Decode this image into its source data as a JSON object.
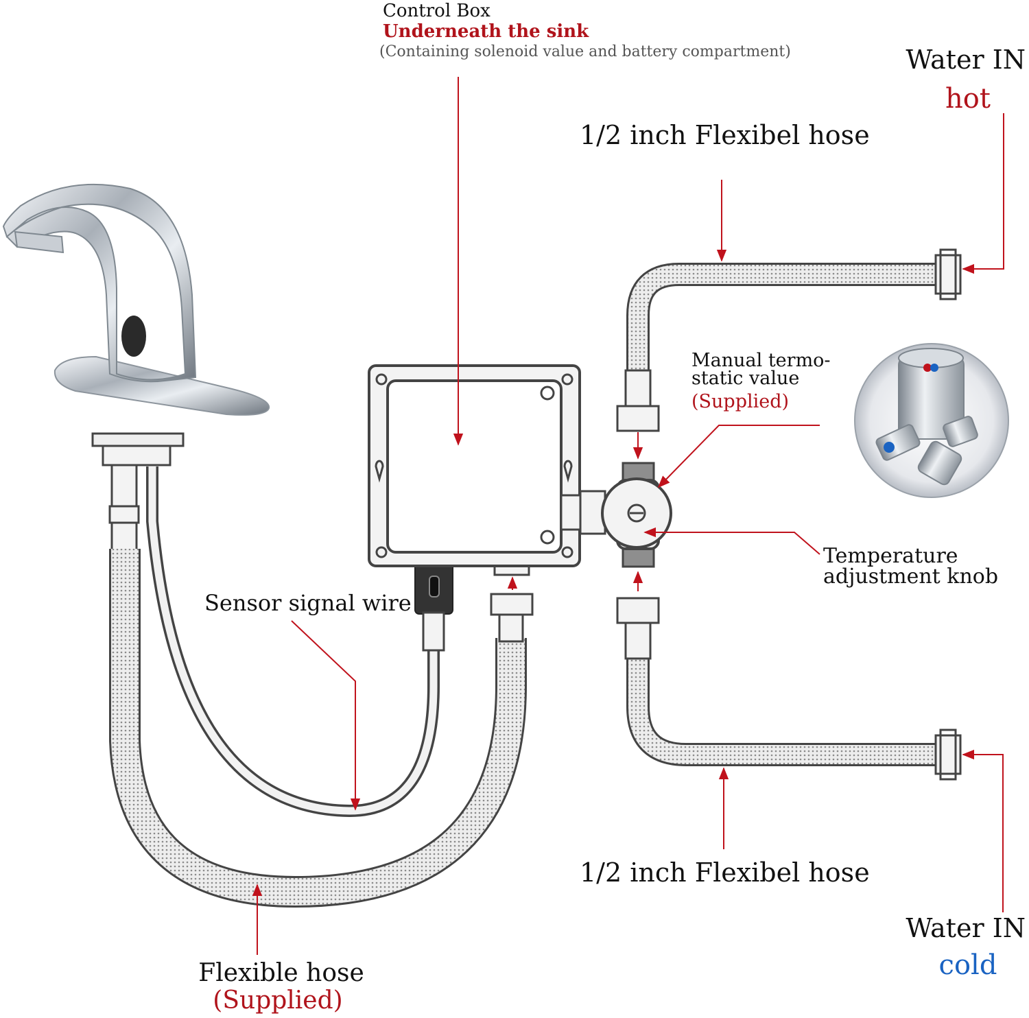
{
  "control_box": {
    "title": "Control Box",
    "location": "Underneath the sink",
    "note": "(Containing solenoid value and battery compartment)"
  },
  "water_in_hot": {
    "label": "Water IN",
    "temp": "hot"
  },
  "water_in_cold": {
    "label": "Water IN",
    "temp": "cold"
  },
  "hose_top": {
    "label": "1/2 inch Flexibel hose"
  },
  "hose_bottom": {
    "label": "1/2 inch Flexibel hose"
  },
  "thermostatic_valve": {
    "line1": "Manual termo-",
    "line2": "static value",
    "supplied": "(Supplied)"
  },
  "temperature_knob": {
    "line1": "Temperature",
    "line2": "adjustment knob"
  },
  "sensor_wire": {
    "label": "Sensor signal wire"
  },
  "flexible_hose": {
    "label": "Flexible hose",
    "supplied": "(Supplied)"
  },
  "colors": {
    "arrow": "#c0121c",
    "hot": "#b0131b",
    "cold": "#1a63c2"
  }
}
